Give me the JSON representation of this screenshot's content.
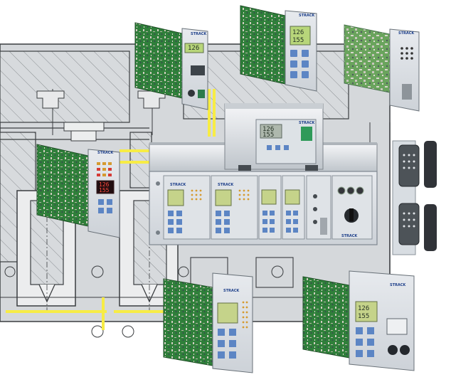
{
  "image": {
    "background": "#ffffff",
    "colors": {
      "drawing_fill": "#d4d7da",
      "drawing_line": "#3a3d40",
      "hatch": "#8e9296",
      "heater_line": "#f7ec45",
      "pcb_green": "#2f7f3a",
      "pcb_green_dark": "#1f5d2a",
      "front_panel": "#d9dde2",
      "case_gray": "#c4c9cf",
      "lcd_green": "#b8d67a",
      "lcd_red": "#ff4a3d",
      "button_blue": "#5c85c4",
      "led_amber": "#d59a30"
    }
  },
  "labels": {
    "brand": "STRACK",
    "lcd_small_top": "126",
    "lcd_small_bottom": "155",
    "lcd_red_top": "126",
    "lcd_red_bottom": "155",
    "lcd_controller_top": "126",
    "lcd_controller_bottom": "155"
  }
}
